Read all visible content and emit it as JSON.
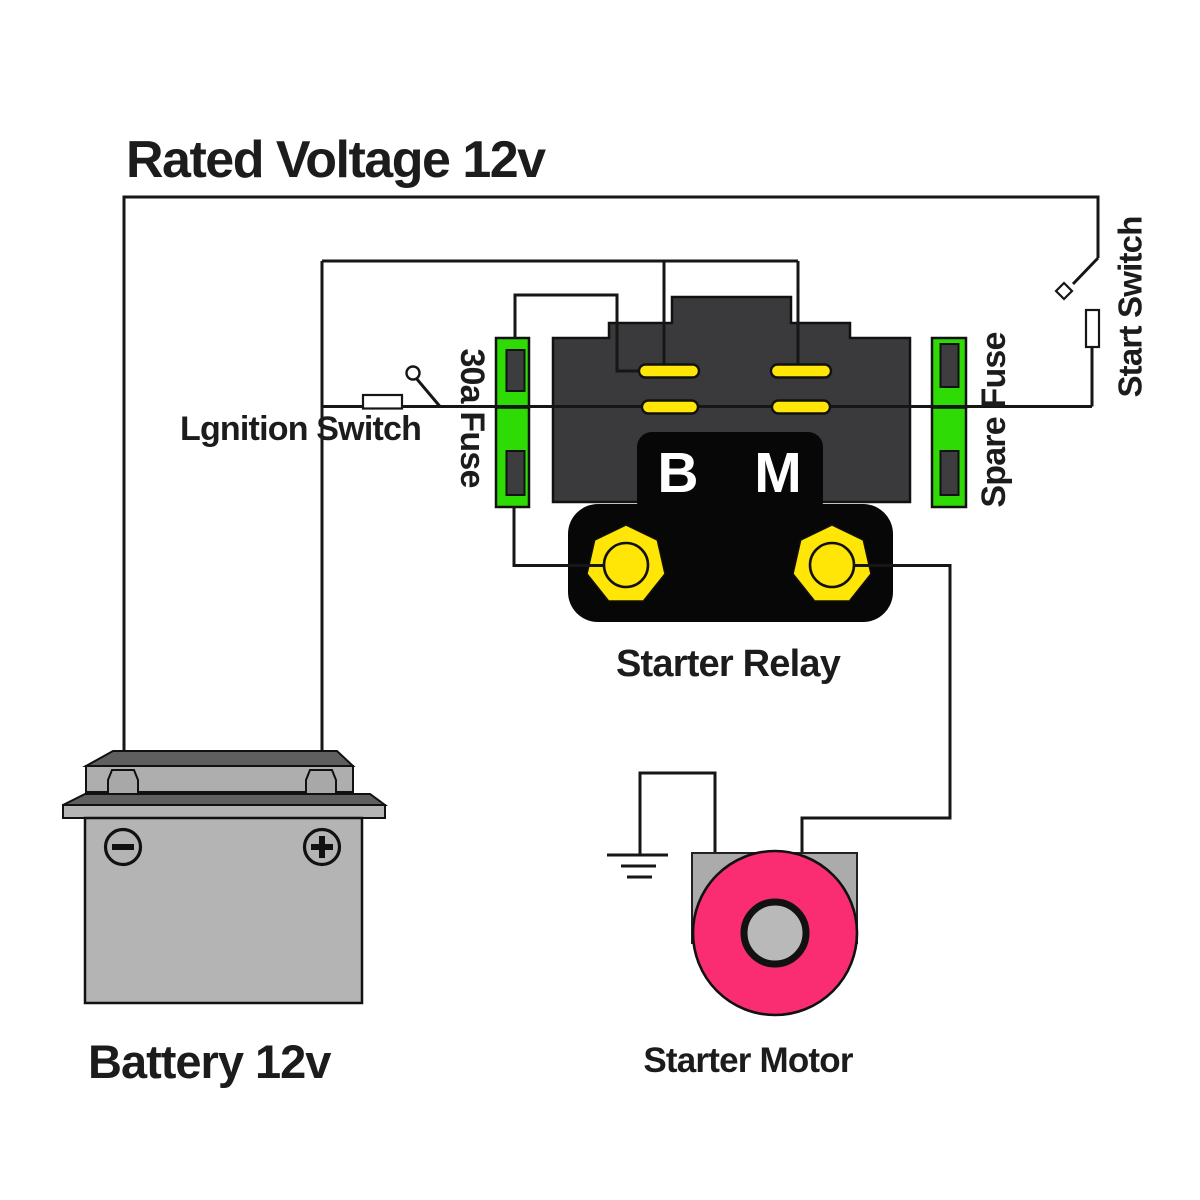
{
  "title": "Rated Voltage 12v",
  "labels": {
    "battery": "Battery 12v",
    "starter_relay": "Starter Relay",
    "starter_motor": "Starter Motor",
    "ignition_switch": "Lgnition Switch",
    "start_switch": "Start Switch",
    "fuse_30a": "30a Fuse",
    "spare_fuse": "Spare Fuse",
    "terminal_b": "B",
    "terminal_m": "M"
  },
  "colors": {
    "wire": "#161616",
    "text": "#1c1c1c",
    "white": "#ffffff",
    "fuse_green": "#2fdb04",
    "fuse_slot_gray": "#3d3d3f",
    "terminal_yellow": "#ffe607",
    "relay_gray": "#3a3a3c",
    "relay_black": "#070707",
    "motor_pink": "#fa2d72",
    "motor_body_gray": "#ababab",
    "motor_inner_gray": "#b9b9b9",
    "battery_gray": "#b4b4b4",
    "battery_top_gray": "#aeaeae",
    "battery_dark_gray": "#5f5f5f",
    "battery_post_gray": "#a8a8a8"
  }
}
